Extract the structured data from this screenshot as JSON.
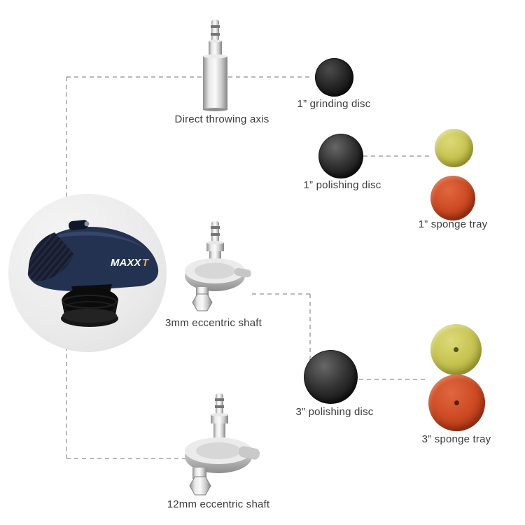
{
  "diagram": {
    "background": "#ffffff",
    "connector_color": "#a3a3a3",
    "label_text_color": "#3b3b3b",
    "labels": {
      "direct_axis": "Direct throwing axis",
      "grinding_disc_1in": "1” grinding disc",
      "polishing_disc_1in": "1” polishing disc",
      "sponge_tray_1in": "1” sponge tray",
      "eccentric_shaft_3mm": "3mm eccentric shaft",
      "polishing_disc_3in": "3” polishing disc",
      "sponge_tray_3in": "3” sponge tray",
      "eccentric_shaft_12mm": "12mm eccentric shaft"
    },
    "tool_photo": {
      "brand_text": "MAXX",
      "brand_accent": "T"
    },
    "swatches": {
      "disc_black": "#1d1d1d",
      "sponge_yellow": "#c6c351",
      "sponge_red": "#cc4a23",
      "metal_silver": "#d9d9d9",
      "tool_body_navy": "#243252",
      "brand_accent_orange": "#f2a93b"
    }
  }
}
